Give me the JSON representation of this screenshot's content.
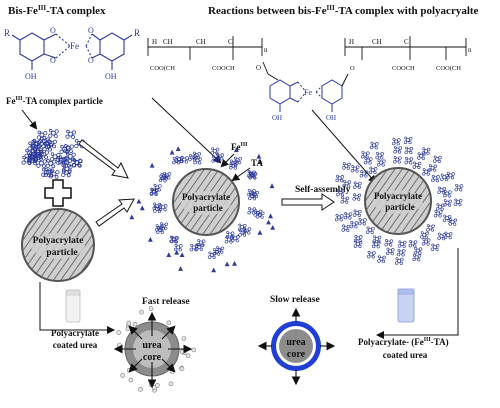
{
  "title_complex": "Bis-Fe",
  "title_complex_sup": "III",
  "title_complex_tail": "-TA complex",
  "title_reaction": "Reactions between bis-Fe",
  "title_reaction_sup": "III",
  "title_reaction_tail": "-TA complex with polyacryalte",
  "fe_particle_label": "Fe",
  "fe_particle_sup": "III",
  "fe_particle_tail": "-TA complex particle",
  "polyacrylate_particle_label_1": "Polyacrylate",
  "polyacrylate_particle_label_2": "particle",
  "fe_label": "Fe",
  "fe_sup": "III",
  "ta_label": "TA",
  "self_assembly_label": "Self-assembly",
  "fast_release_label": "Fast release",
  "slow_release_label": "Slow release",
  "polyacrylate_coated_1": "Polyacrylate",
  "polyacrylate_coated_2": "coated urea",
  "fe_coated_1": "Polyacrylate- (Fe",
  "fe_coated_sup": "III",
  "fe_coated_tail": "-TA)",
  "fe_coated_2": "coated urea",
  "urea_core_1": "urea",
  "urea_core_2": "core",
  "chem": {
    "R": "R",
    "OH": "OH",
    "O": "O",
    "Fe": "Fe",
    "n": "n",
    "CH": "CH",
    "CH2": "CH",
    "C": "C",
    "COOCH3": "COOCH",
    "COO_chain": "COO(CH",
    "H": "H"
  },
  "colors": {
    "complex_blue": "#2b3a9b",
    "coating_blue": "#1f3fd6",
    "core_gray": "#9a9a9a",
    "particle_gray": "#bdbdbd"
  }
}
